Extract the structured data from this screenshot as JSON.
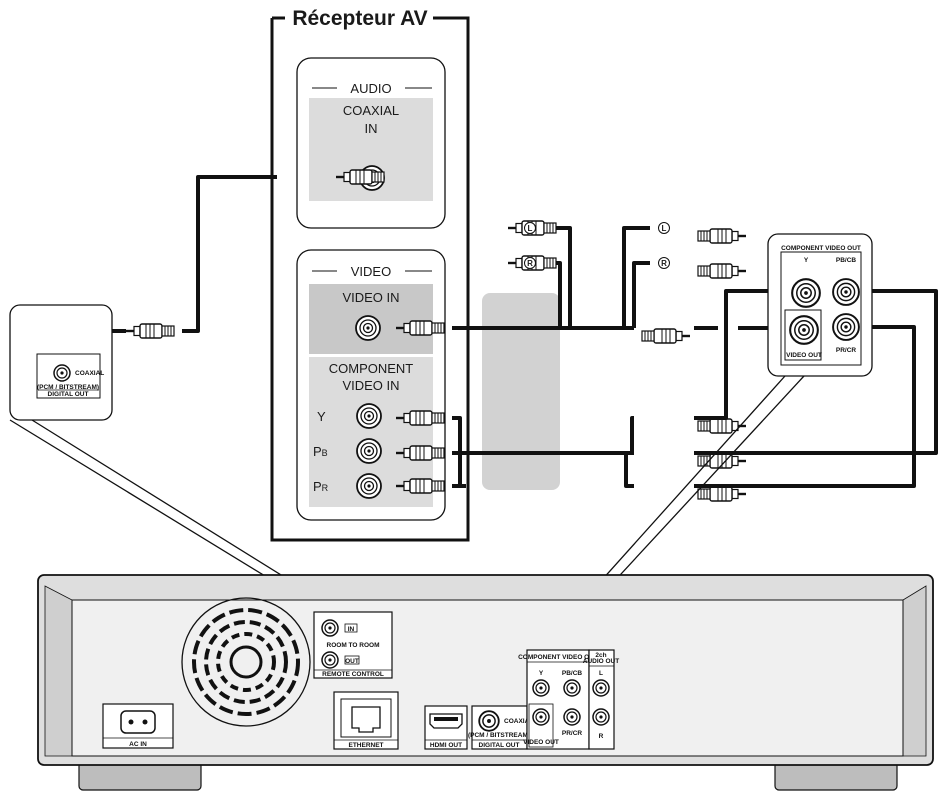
{
  "receiver": {
    "title": "Récepteur AV",
    "audio_section": "AUDIO",
    "coaxial_in": [
      "COAXIAL",
      "IN"
    ],
    "video_section": "VIDEO",
    "video_in": "VIDEO IN",
    "component_in": [
      "COMPONENT",
      "VIDEO IN"
    ],
    "jack_y": "Y",
    "jack_pb": [
      "P",
      "B"
    ],
    "jack_pr": [
      "P",
      "R"
    ]
  },
  "callout_coaxial": {
    "jack": "COAXIAL",
    "sub": "(PCM / BITSTREAM)",
    "label": "DIGITAL OUT"
  },
  "callout_component": {
    "title": "COMPONENT VIDEO OUT",
    "y": "Y",
    "pb": "PB/CB",
    "pr": "PR/CR",
    "video_out": "VIDEO OUT"
  },
  "plugs": {
    "left": "L",
    "right": "R"
  },
  "player": {
    "room_in": "IN",
    "room_out": "OUT",
    "room_to_room": "ROOM TO ROOM",
    "remote_control": "REMOTE CONTROL",
    "ac_in": "AC IN",
    "ethernet": "ETHERNET",
    "hdmi_out": "HDMI OUT",
    "coaxial": "COAXIAL",
    "pcm": "(PCM / BITSTREAM)",
    "digital_out": "DIGITAL OUT",
    "component_out": "COMPONENT VIDEO OUT",
    "y": "Y",
    "pb": "PB/CB",
    "pr": "PR/CR",
    "video_out": "VIDEO OUT",
    "audio_2ch": [
      "2ch",
      "AUDIO OUT"
    ],
    "l": "L",
    "r": "R"
  },
  "colors": {
    "panel_light": "#dcdcdc",
    "panel_mid": "#c8c8c8",
    "cable_shade": "#d2d2d2",
    "device_body": "#dedede",
    "device_face": "#f0f0f0"
  }
}
